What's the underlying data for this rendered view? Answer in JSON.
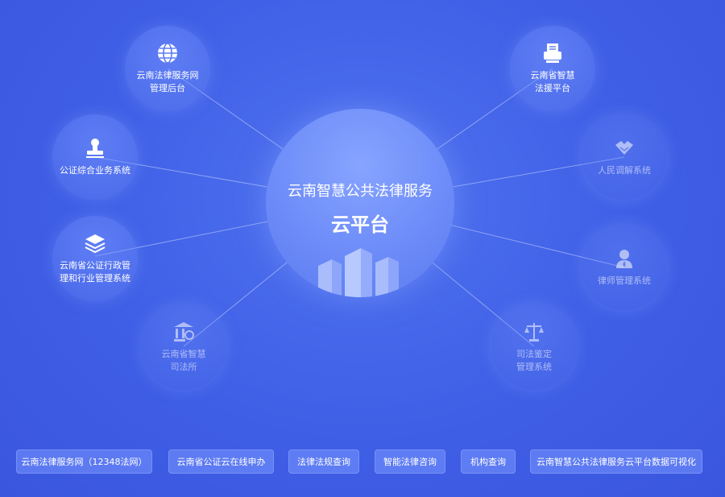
{
  "center": {
    "title": "云南智慧公共法律服务",
    "subtitle": "云平台"
  },
  "nodes": {
    "law_net": {
      "line1": "云南法律服务网",
      "line2": "管理后台",
      "icon": "globe-icon"
    },
    "notary": {
      "line1": "公证综合业务系统",
      "icon": "notary-stamp-icon"
    },
    "notary_admin": {
      "line1": "云南省公证行政管",
      "line2": "理和行业管理系统",
      "icon": "layers-icon"
    },
    "judicial_office": {
      "line1": "云南省智慧",
      "line2": "司法所",
      "icon": "courthouse-icon"
    },
    "legal_aid": {
      "line1": "云南省智慧",
      "line2": "法援平台",
      "icon": "printer-icon"
    },
    "mediation": {
      "line1": "人民调解系统",
      "icon": "handshake-icon"
    },
    "lawyer": {
      "line1": "律师管理系统",
      "icon": "lawyer-icon"
    },
    "forensic": {
      "line1": "司法鉴定",
      "line2": "管理系统",
      "icon": "scales-icon"
    }
  },
  "buttons": [
    "云南法律服务网（12348法网）",
    "云南省公证云在线申办",
    "法律法规查询",
    "智能法律咨询",
    "机构查询",
    "云南智慧公共法律服务云平台数据可视化"
  ]
}
